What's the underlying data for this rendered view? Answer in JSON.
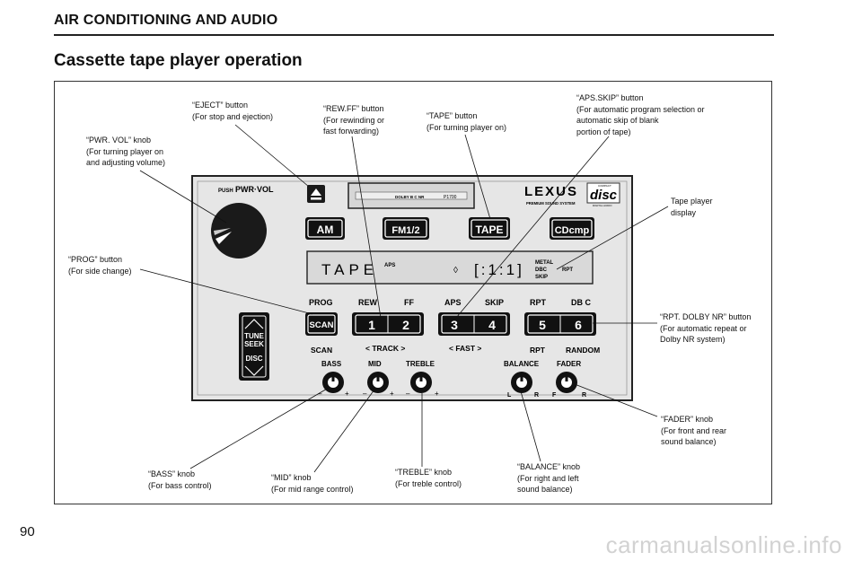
{
  "header": {
    "section_title": "AIR CONDITIONING AND AUDIO",
    "page_heading": "Cassette tape player operation"
  },
  "callouts": {
    "eject": {
      "name": "“EJECT” button",
      "desc": "(For stop and ejection)"
    },
    "rewff": {
      "name": "“REW.FF” button",
      "desc1": "(For rewinding or",
      "desc2": "fast forwarding)"
    },
    "tape": {
      "name": "“TAPE” button",
      "desc": "(For turning player on)"
    },
    "apsskip": {
      "name": "“APS.SKIP” button",
      "desc1": "(For automatic program selection or",
      "desc2": "automatic skip of blank",
      "desc3": "portion of tape)"
    },
    "pwrvol": {
      "name": "“PWR. VOL” knob",
      "desc1": "(For turning player on",
      "desc2": "and adjusting volume)"
    },
    "display": {
      "line1": "Tape player",
      "line2": "display"
    },
    "prog": {
      "name": "“PROG” button",
      "desc": "(For side change)"
    },
    "rptdolby": {
      "name": "“RPT. DOLBY NR” button",
      "desc1": "(For automatic repeat or",
      "desc2": "Dolby NR system)"
    },
    "fader": {
      "name": "“FADER” knob",
      "desc1": "(For front and rear",
      "desc2": "sound balance)"
    },
    "bass": {
      "name": "“BASS” knob",
      "desc": "(For bass control)"
    },
    "mid": {
      "name": "“MID” knob",
      "desc": "(For mid range control)"
    },
    "treble": {
      "name": "“TREBLE” knob",
      "desc": "(For treble control)"
    },
    "balance": {
      "name": "“BALANCE” knob",
      "desc1": "(For right and left",
      "desc2": "sound balance)"
    }
  },
  "panel": {
    "push_label": "PUSH",
    "pwrvol_label": "PWR·VOL",
    "brand": "LEXUS",
    "brand_sub": "PREMIUM SOUND SYSTEM",
    "disc_logo": "disc",
    "disc_top": "COMPACT",
    "disc_bottom": "DIGITAL AUDIO",
    "deck_label": "DOLBY B C NR",
    "deck_label2": "P1700",
    "btn_am": "AM",
    "btn_fm": "FM1/2",
    "btn_tape": "TAPE",
    "btn_cd": "CDcmp",
    "display_main": "TAPE",
    "display_aps": "APS",
    "display_time": "[:1:1]",
    "display_metal": "METAL",
    "display_dbc": "DBC",
    "display_skip": "SKIP",
    "display_rpt": "RPT",
    "lbl_prog": "PROG",
    "lbl_rew": "REW",
    "lbl_ff": "FF",
    "lbl_aps": "APS",
    "lbl_skip": "SKIP",
    "lbl_rpt": "RPT",
    "lbl_dbc": "DB C",
    "btn_scan": "SCAN",
    "preset_1": "1",
    "preset_2": "2",
    "preset_3": "3",
    "preset_4": "4",
    "preset_5": "5",
    "preset_6": "6",
    "lbl_scan": "SCAN",
    "lbl_track": "<  TRACK  >",
    "lbl_fast": "<  FAST  >",
    "lbl_rpt2": "RPT",
    "lbl_random": "RANDOM",
    "tune": "TUNE",
    "seek": "SEEK",
    "disc": "DISC",
    "knob_bass": "BASS",
    "knob_mid": "MID",
    "knob_treble": "TREBLE",
    "knob_balance": "BALANCE",
    "knob_fader": "FADER",
    "minus": "–",
    "plus": "+",
    "bal_l": "L",
    "bal_r": "R",
    "fad_f": "F",
    "fad_r": "R"
  },
  "footer": {
    "page_number": "90",
    "watermark": "carmanualsonline.info"
  }
}
